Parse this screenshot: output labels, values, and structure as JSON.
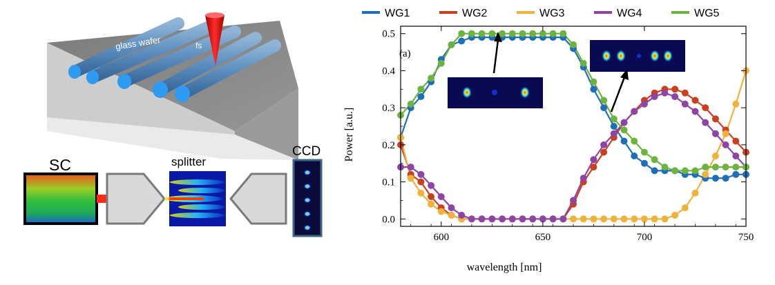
{
  "left_panel": {
    "wafer_label": "glass wafer",
    "laser_label": "fs",
    "source_label": "SC",
    "splitter_label": "splitter",
    "camera_label": "CCD"
  },
  "chart_data": {
    "type": "line",
    "panel_label": "(a)",
    "xlabel": "wavelength [nm]",
    "ylabel": "Power [a.u.]",
    "xlim": [
      580,
      750
    ],
    "ylim": [
      -0.02,
      0.52
    ],
    "xticks": [
      600,
      650,
      700,
      750
    ],
    "yticks": [
      0.0,
      0.1,
      0.2,
      0.3,
      0.4,
      0.5
    ],
    "legend_position": "top",
    "grid": false,
    "x": [
      580,
      585,
      590,
      595,
      600,
      605,
      610,
      615,
      620,
      625,
      630,
      635,
      640,
      645,
      650,
      655,
      660,
      665,
      670,
      675,
      680,
      685,
      690,
      695,
      700,
      705,
      710,
      715,
      720,
      725,
      730,
      735,
      740,
      745,
      750
    ],
    "series": [
      {
        "name": "WG1",
        "color": "#1f6fb8",
        "values": [
          0.22,
          0.3,
          0.33,
          0.37,
          0.43,
          0.47,
          0.48,
          0.49,
          0.49,
          0.49,
          0.49,
          0.49,
          0.49,
          0.49,
          0.49,
          0.49,
          0.49,
          0.46,
          0.41,
          0.35,
          0.3,
          0.25,
          0.21,
          0.17,
          0.15,
          0.13,
          0.13,
          0.13,
          0.12,
          0.12,
          0.11,
          0.11,
          0.11,
          0.12,
          0.12
        ]
      },
      {
        "name": "WG2",
        "color": "#c9401f",
        "values": [
          0.2,
          0.12,
          0.1,
          0.06,
          0.03,
          0.01,
          0.0,
          0.0,
          0.0,
          0.0,
          0.0,
          0.0,
          0.0,
          0.0,
          0.0,
          0.0,
          0.0,
          0.04,
          0.1,
          0.14,
          0.18,
          0.22,
          0.26,
          0.29,
          0.32,
          0.34,
          0.35,
          0.35,
          0.34,
          0.32,
          0.3,
          0.27,
          0.24,
          0.21,
          0.18
        ]
      },
      {
        "name": "WG3",
        "color": "#efb23a",
        "values": [
          0.22,
          0.11,
          0.07,
          0.04,
          0.02,
          0.01,
          0.0,
          0.0,
          0.0,
          0.0,
          0.0,
          0.0,
          0.0,
          0.0,
          0.0,
          0.0,
          0.0,
          0.0,
          0.0,
          0.0,
          0.0,
          0.0,
          0.0,
          0.0,
          0.0,
          0.0,
          0.0,
          0.01,
          0.03,
          0.07,
          0.12,
          0.17,
          0.23,
          0.31,
          0.4
        ]
      },
      {
        "name": "WG4",
        "color": "#8e44a6",
        "values": [
          0.14,
          0.14,
          0.12,
          0.09,
          0.06,
          0.03,
          0.01,
          0.0,
          0.0,
          0.0,
          0.0,
          0.0,
          0.0,
          0.0,
          0.0,
          0.0,
          0.0,
          0.05,
          0.11,
          0.16,
          0.2,
          0.23,
          0.26,
          0.29,
          0.31,
          0.33,
          0.34,
          0.33,
          0.31,
          0.29,
          0.26,
          0.23,
          0.2,
          0.17,
          0.14
        ]
      },
      {
        "name": "WG5",
        "color": "#6db33f",
        "values": [
          0.28,
          0.31,
          0.35,
          0.38,
          0.42,
          0.47,
          0.5,
          0.5,
          0.5,
          0.5,
          0.5,
          0.5,
          0.5,
          0.5,
          0.5,
          0.5,
          0.5,
          0.47,
          0.42,
          0.37,
          0.32,
          0.27,
          0.24,
          0.21,
          0.18,
          0.16,
          0.14,
          0.13,
          0.13,
          0.13,
          0.14,
          0.14,
          0.14,
          0.14,
          0.14
        ]
      }
    ]
  }
}
